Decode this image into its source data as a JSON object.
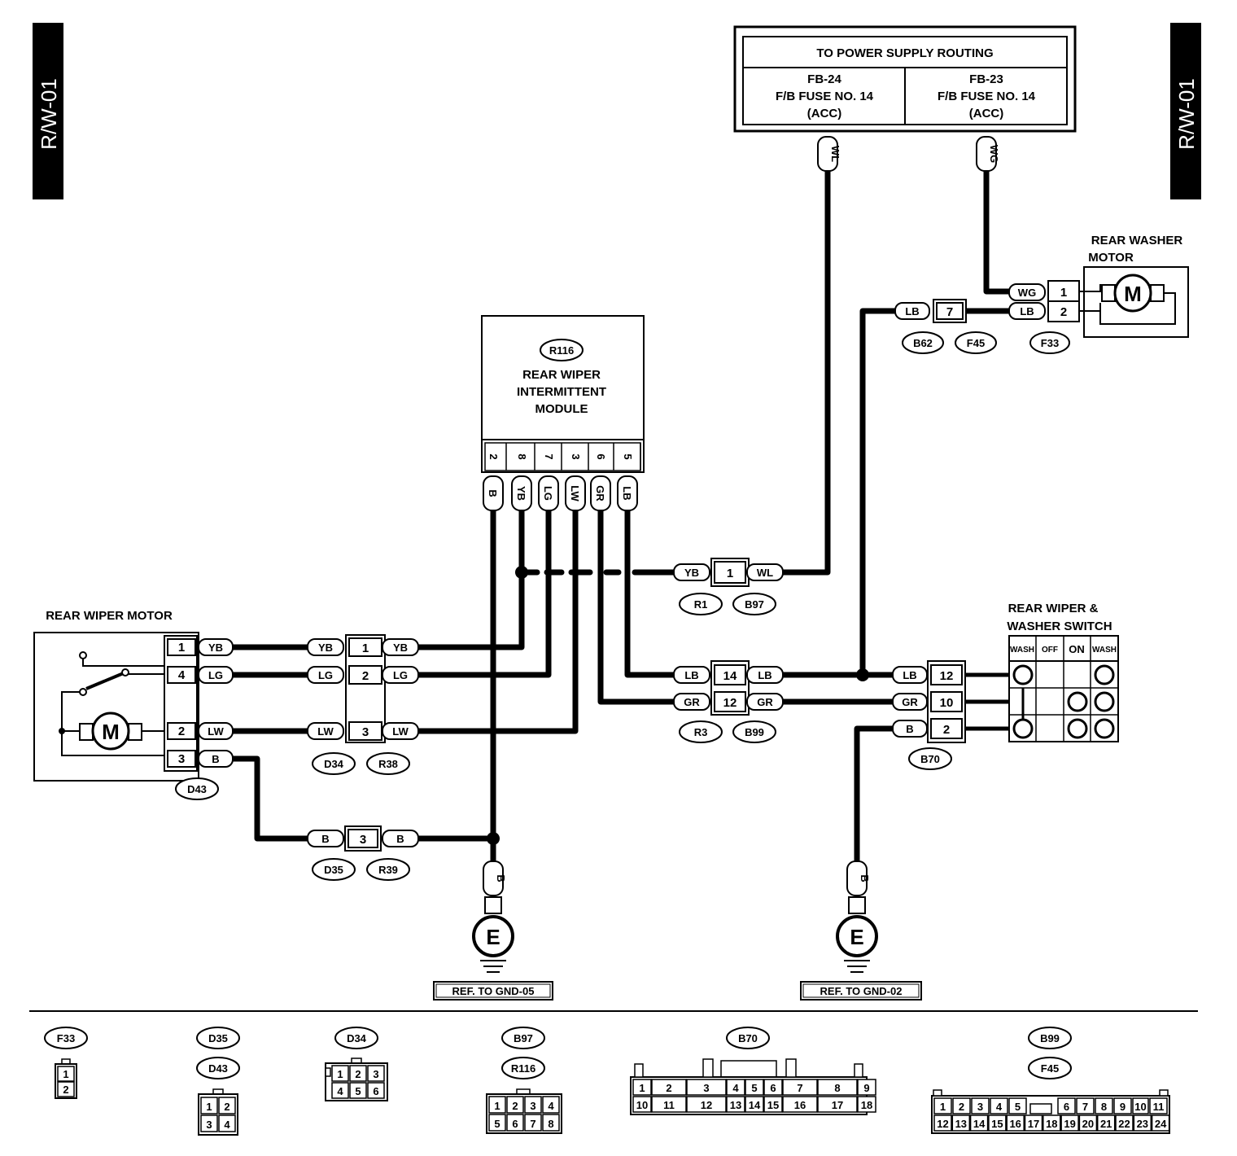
{
  "page_code": "R/W-01",
  "power": {
    "title": "TO POWER SUPPLY ROUTING",
    "left_line1": "FB-24",
    "left_line2": "F/B FUSE NO. 14",
    "left_line3": "(ACC)",
    "right_line1": "FB-23",
    "right_line2": "F/B FUSE NO. 14",
    "right_line3": "(ACC)",
    "wire_left": "WL",
    "wire_right": "WG"
  },
  "module": {
    "id": "R116",
    "line1": "REAR WIPER",
    "line2": "INTERMITTENT",
    "line3": "MODULE",
    "pins": [
      "2",
      "8",
      "7",
      "3",
      "6",
      "5"
    ],
    "wires": [
      "B",
      "YB",
      "LG",
      "LW",
      "GR",
      "LB"
    ]
  },
  "washer_motor": {
    "title1": "REAR WASHER",
    "title2": "MOTOR",
    "pin1": "1",
    "pin2": "2",
    "wire1": "WG",
    "wire2": "LB",
    "connector": "F33",
    "motor": "M"
  },
  "f45": {
    "pin": "7",
    "wire_left": "LB",
    "left_conn": "B62",
    "right_conn": "F45"
  },
  "b97": {
    "pin": "1",
    "wire_left": "YB",
    "wire_right": "WL",
    "left_conn": "R1",
    "right_conn": "B97"
  },
  "wiper_motor": {
    "title": "REAR WIPER MOTOR",
    "motor": "M",
    "pins": [
      "1",
      "4",
      "2",
      "3"
    ],
    "wires": [
      "YB",
      "LG",
      "LW",
      "B"
    ],
    "connector": "D43"
  },
  "d34": {
    "pins": [
      "1",
      "2",
      "3"
    ],
    "left_wires": [
      "YB",
      "LG",
      "LW"
    ],
    "right_wires": [
      "YB",
      "LG",
      "LW"
    ],
    "left_conn": "D34",
    "right_conn": "R38"
  },
  "d35": {
    "pin": "3",
    "wire_left": "B",
    "wire_right": "B",
    "left_conn": "D35",
    "right_conn": "R39"
  },
  "b99": {
    "pins": [
      "14",
      "12"
    ],
    "left_wires": [
      "LB",
      "GR"
    ],
    "right_wires": [
      "LB",
      "GR"
    ],
    "left_conn": "R3",
    "right_conn": "B99"
  },
  "switch": {
    "title1": "REAR WIPER &",
    "title2": "WASHER SWITCH",
    "cols": [
      "WASH",
      "OFF",
      "ON",
      "WASH"
    ],
    "pins": [
      "12",
      "10",
      "2"
    ],
    "wires": [
      "LB",
      "GR",
      "B"
    ],
    "connector": "B70"
  },
  "grounds": {
    "left_wire": "B",
    "right_wire": "B",
    "symbol": "E",
    "left_ref": "REF. TO GND-05",
    "right_ref": "REF. TO GND-02"
  },
  "connector_views": {
    "f33": {
      "labels": [
        "F33"
      ],
      "pins": [
        "1",
        "2"
      ]
    },
    "d35": {
      "labels": [
        "D35",
        "D43"
      ],
      "pins": [
        "1",
        "2",
        "3",
        "4"
      ]
    },
    "d34": {
      "labels": [
        "D34"
      ],
      "pins": [
        "1",
        "2",
        "3",
        "4",
        "5",
        "6"
      ]
    },
    "b97": {
      "labels": [
        "B97",
        "R116"
      ],
      "pins": [
        "1",
        "2",
        "3",
        "4",
        "5",
        "6",
        "7",
        "8"
      ]
    },
    "b70": {
      "labels": [
        "B70"
      ],
      "row1": [
        "1",
        "2",
        "3",
        "4",
        "5",
        "6",
        "7",
        "8",
        "9"
      ],
      "row2": [
        "10",
        "11",
        "12",
        "13",
        "14",
        "15",
        "16",
        "17",
        "18"
      ]
    },
    "b99": {
      "labels": [
        "B99",
        "F45"
      ],
      "row1": [
        "1",
        "2",
        "3",
        "4",
        "5",
        "6",
        "7",
        "8",
        "9",
        "10",
        "11"
      ],
      "row2": [
        "12",
        "13",
        "14",
        "15",
        "16",
        "17",
        "18",
        "19",
        "20",
        "21",
        "22",
        "23",
        "24"
      ]
    }
  }
}
